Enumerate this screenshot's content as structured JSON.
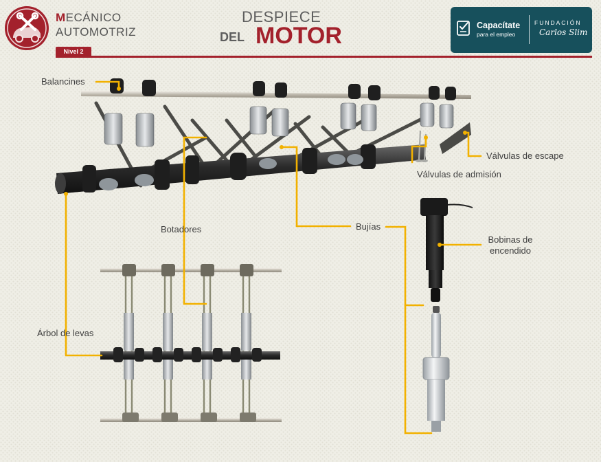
{
  "header": {
    "brand_title_first_letter": "M",
    "brand_title_rest": "ECÁNICO",
    "brand_title_line2": "AUTOMOTRIZ",
    "level_badge": "Nivel 2",
    "page_title_line1": "DESPIECE",
    "page_title_prefix": "DEL",
    "page_title_main": "MOTOR",
    "sponsor": {
      "name": "Capacítate",
      "subtitle": "para el empleo",
      "foundation_label": "FUNDACIÓN",
      "foundation_name": "Carlos Slim"
    }
  },
  "labels": {
    "balancines": "Balancines",
    "valvulas_escape": "Válvulas de escape",
    "valvulas_admision": "Válvulas de admisión",
    "botadores": "Botadores",
    "bujias": "Bujías",
    "bobinas_line1": "Bobinas de",
    "bobinas_line2": "encendido",
    "arbol_levas": "Árbol de levas"
  },
  "colors": {
    "brand_red": "#a3212c",
    "leader_line": "#f2b100",
    "sponsor_teal": "#17505c",
    "text_gray": "#3f3f3f"
  },
  "icons": [
    "car-wrench-icon",
    "checklist-icon"
  ]
}
